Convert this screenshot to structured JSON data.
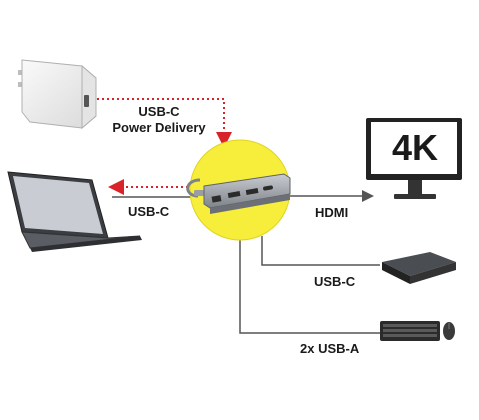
{
  "labels": {
    "power_delivery": [
      "USB-C",
      "Power Delivery"
    ],
    "usbc_left": "USB-C",
    "hdmi": "HDMI",
    "usbc_right": "USB-C",
    "usba": "2x USB-A",
    "monitor_text": "4K"
  },
  "colors": {
    "hub_highlight": "#f7ee3c",
    "power_arrow": "#d8232a",
    "connector_line": "#555555"
  }
}
